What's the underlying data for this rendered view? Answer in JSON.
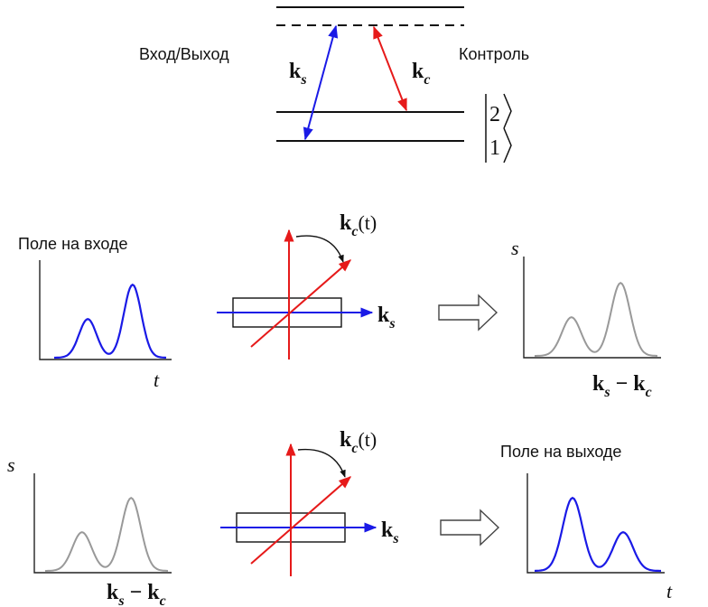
{
  "level_diagram": {
    "left_label": "Вход/Выход",
    "right_label": "Контроль",
    "ks": {
      "main": "k",
      "sub": "s"
    },
    "kc": {
      "main": "k",
      "sub": "c"
    },
    "state2": "2",
    "state1": "1"
  },
  "row1": {
    "input_label": "Поле на входе",
    "t_label": "t",
    "kc_t": {
      "main": "k",
      "sub": "c",
      "arg": "(t)"
    },
    "ks": {
      "main": "k",
      "sub": "s"
    },
    "s_label": "s",
    "diff": {
      "a": "k",
      "a_sub": "s",
      "op": "−",
      "b": "k",
      "b_sub": "c"
    },
    "input_pulse_amplitudes": [
      0.45,
      0.85
    ],
    "output_pulse_amplitudes": [
      0.45,
      0.85
    ]
  },
  "row2": {
    "s_label": "s",
    "diff": {
      "a": "k",
      "a_sub": "s",
      "op": "−",
      "b": "k",
      "b_sub": "c"
    },
    "kc_t": {
      "main": "k",
      "sub": "c",
      "arg": "(t)"
    },
    "ks": {
      "main": "k",
      "sub": "s"
    },
    "output_label": "Поле на выходе",
    "t_label": "t",
    "input_pulse_amplitudes": [
      0.45,
      0.85
    ],
    "output_pulse_amplitudes": [
      0.85,
      0.45
    ]
  },
  "colors": {
    "blue": "#1a1ae6",
    "red": "#e61a1a",
    "gray": "#999999",
    "black": "#111111"
  }
}
